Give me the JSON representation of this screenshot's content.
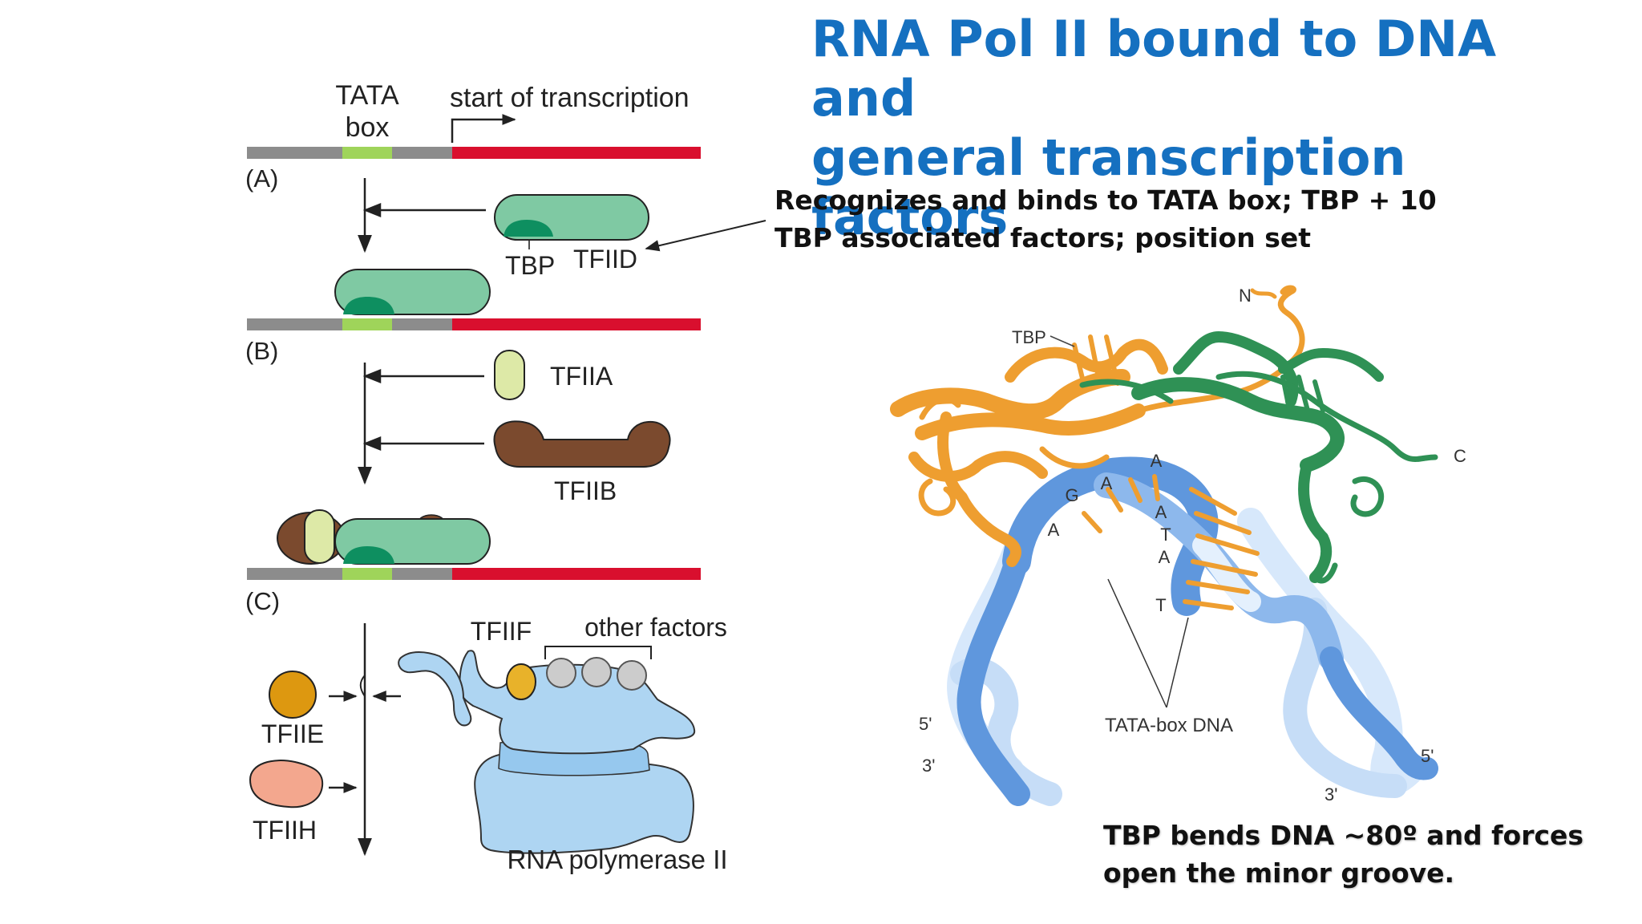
{
  "title": {
    "line1": "RNA Pol II bound to DNA and",
    "line2": "general transcription factors"
  },
  "notes": {
    "tfiid_line1": "Recognizes and binds to TATA box; TBP + 10",
    "tfiid_line2": "TBP associated factors; position set",
    "bend_line1": "TBP bends DNA ~80º and forces",
    "bend_line2": "open the minor groove."
  },
  "assembly": {
    "tata_line1": "TATA",
    "tata_line2": "box",
    "start": "start of transcription",
    "step_a": "(A)",
    "step_b": "(B)",
    "step_c": "(C)",
    "tbp": "TBP",
    "tfiid": "TFIID",
    "tfiia": "TFIIA",
    "tfiib": "TFIIB",
    "tfiie": "TFIIE",
    "tfiih": "TFIIH",
    "tfiif": "TFIIF",
    "other": "other factors",
    "polymerase": "RNA polymerase II"
  },
  "structure": {
    "tbp": "TBP",
    "n_term": "N",
    "c_term": "C",
    "seq": [
      "A",
      "A",
      "G",
      "A",
      "A",
      "T",
      "A",
      "T"
    ],
    "tata_dna": "TATA-box DNA",
    "end_5_left": "5'",
    "end_3_left": "3'",
    "end_5_right": "5'",
    "end_3_right": "3'"
  },
  "colors": {
    "title": "#1570c0",
    "dna_promoter": "#8c8c8c",
    "tata_box": "#9fd45a",
    "dna_transcribed": "#d90f2e",
    "tfiid": "#7fc9a3",
    "tbp": "#0e8f60",
    "tfiia": "#dde9a7",
    "tfiib": "#7b4a2e",
    "tfiie": "#dd9810",
    "tfiih": "#f3a78e",
    "tfiif": "#e8b22a",
    "polymerase": "#aed5f2",
    "tbp_orange": "#ee9e30",
    "tbp_green": "#2f9155",
    "dna_helix": "#5f97dd"
  }
}
